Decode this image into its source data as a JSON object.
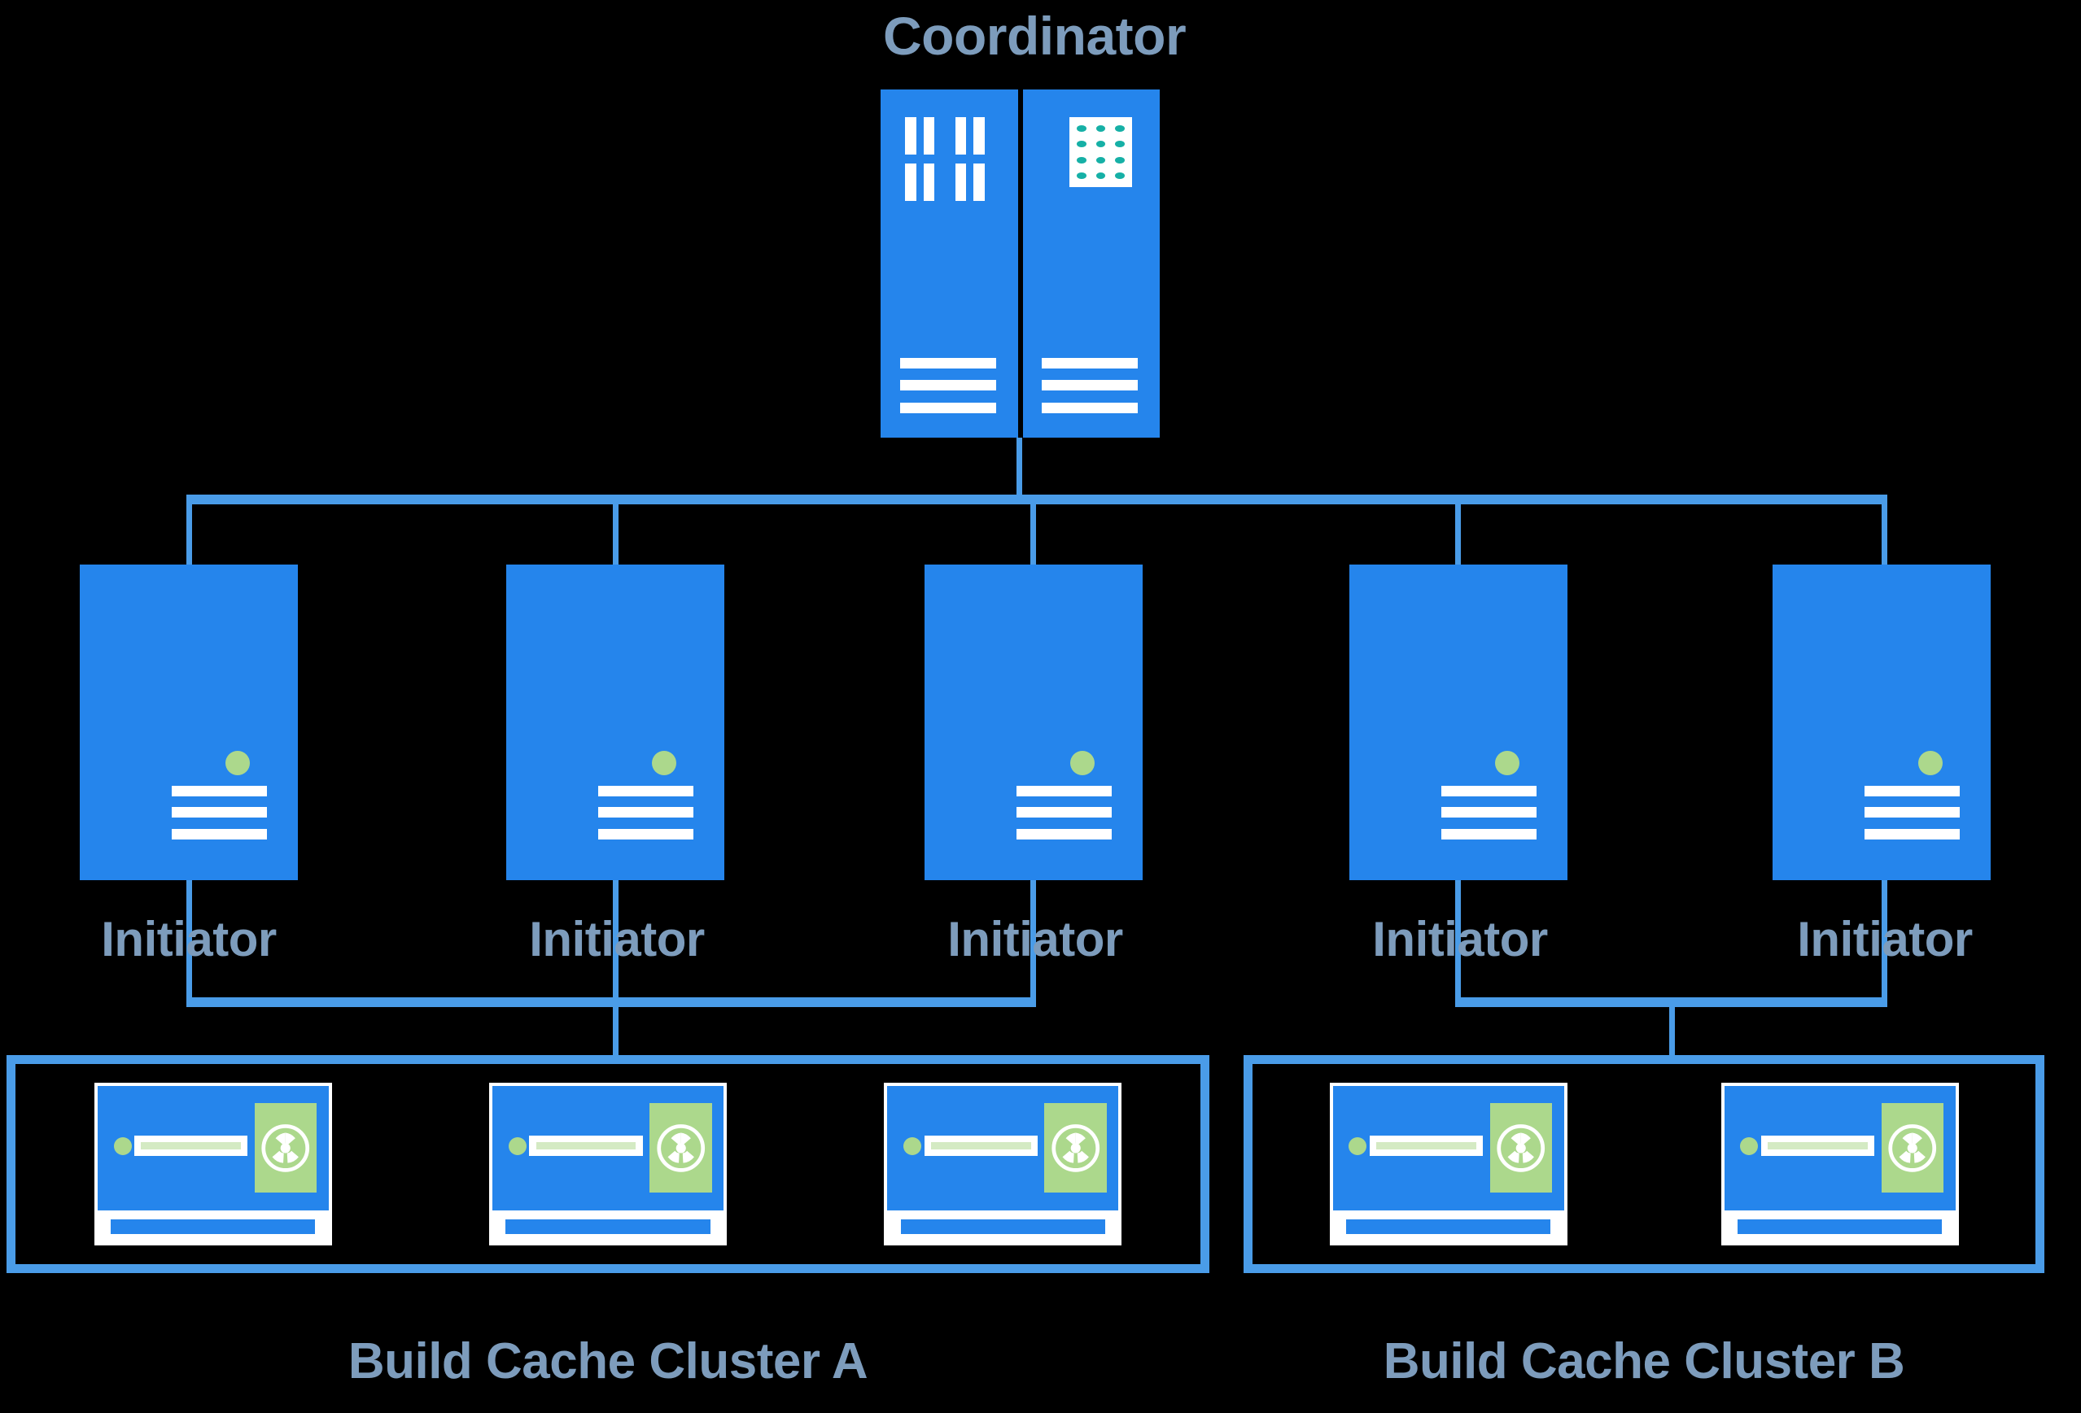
{
  "diagram": {
    "title": "Coordinator",
    "background_color": "#000000",
    "accent_blue": "#2585EC",
    "wire_blue": "#4A9CE8",
    "label_color": "#7D9CBC",
    "led_green": "#ACD88C",
    "grid_teal": "#16B0A6"
  },
  "coordinator": {
    "label": "Coordinator",
    "icon": "server-rack-dual-panel"
  },
  "initiators": [
    {
      "label": "Initiator",
      "icon": "server-tower"
    },
    {
      "label": "Initiator",
      "icon": "server-tower"
    },
    {
      "label": "Initiator",
      "icon": "server-tower"
    },
    {
      "label": "Initiator",
      "icon": "server-tower"
    },
    {
      "label": "Initiator",
      "icon": "server-tower"
    }
  ],
  "clusters": [
    {
      "label": "Build Cache Cluster A",
      "nodes": [
        {
          "icon": "cache-appliance"
        },
        {
          "icon": "cache-appliance"
        },
        {
          "icon": "cache-appliance"
        }
      ]
    },
    {
      "label": "Build Cache Cluster B",
      "nodes": [
        {
          "icon": "cache-appliance"
        },
        {
          "icon": "cache-appliance"
        }
      ]
    }
  ]
}
